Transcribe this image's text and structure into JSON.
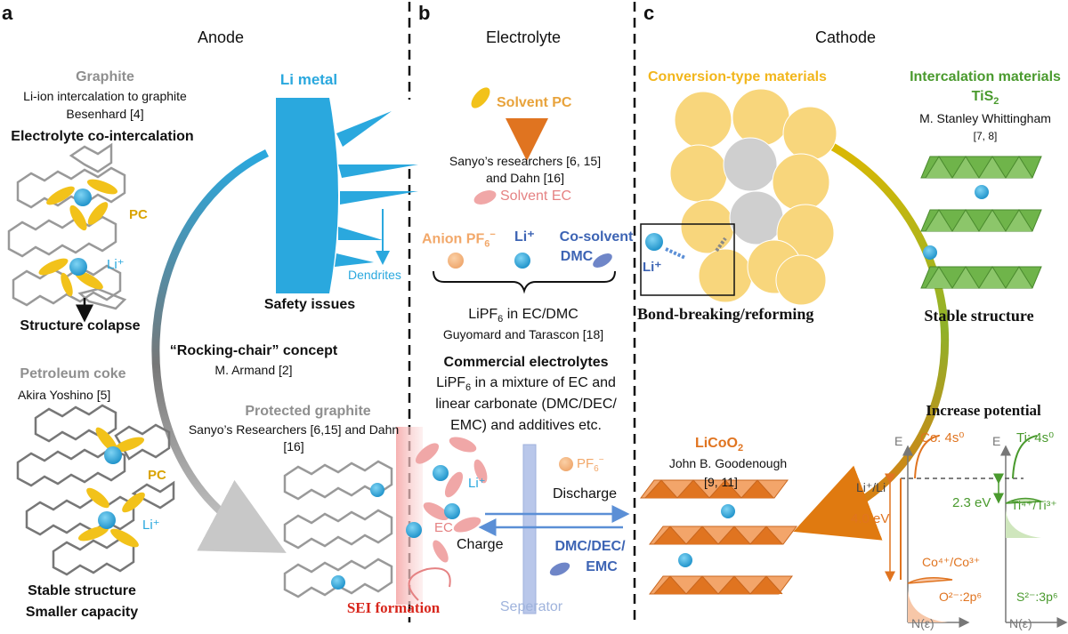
{
  "panels": {
    "a": {
      "letter": "a",
      "header": "Anode"
    },
    "b": {
      "letter": "b",
      "header": "Electrolyte"
    },
    "c": {
      "letter": "c",
      "header": "Cathode"
    }
  },
  "anode": {
    "graphite_title": "Graphite",
    "graphite_line1": "Li-ion intercalation to graphite",
    "graphite_line2": "Besenhard [4]",
    "cointercalation": "Electrolyte co-intercalation",
    "pc_label": "PC",
    "li_label": "Li⁺",
    "collapse": "Structure colapse",
    "li_metal": "Li metal",
    "dendrites": "Dendrites",
    "safety": "Safety issues",
    "rocking": "“Rocking-chair” concept",
    "armand": "M. Armand [2]",
    "petroleum": "Petroleum coke",
    "yoshino": "Akira  Yoshino [5]",
    "protected": "Protected graphite",
    "sanyo_line1": "Sanyo’s  Researchers [6,15] and Dahn",
    "sanyo_line2": "[16]",
    "stable1": "Stable structure",
    "stable2": "Smaller capacity"
  },
  "electrolyte": {
    "solvent_pc": "Solvent PC",
    "sanyo_line1": "Sanyo’s researchers [6, 15]",
    "sanyo_line2": "and Dahn [16]",
    "solvent_ec": "Solvent EC",
    "anion_prefix": "Anion PF",
    "anion_sub": "6",
    "anion_sup": "−",
    "li": "Li⁺",
    "cosolvent1": "Co-solvent",
    "cosolvent2": "DMC",
    "lipf_prefix": "LiPF",
    "lipf_sub": "6",
    "lipf_suffix": " in EC/DMC",
    "guyomard": "Guyomard and Tarascon  [18]",
    "commercial": "Commercial electrolytes",
    "mix_prefix": "LiPF",
    "mix_sub": "6",
    "mix_suffix": " in a mixture of EC and",
    "mix_line2": "linear carbonate (DMC/DEC/",
    "mix_line3": "EMC) and additives etc.",
    "pf6_prefix": "PF",
    "pf6_sub": "6",
    "pf6_sup": "−",
    "li_small": "Li⁺",
    "ec": "EC",
    "discharge": "Discharge",
    "charge": "Charge",
    "dmc1": "DMC/DEC/",
    "dmc2": "EMC",
    "sei": "SEI  formation",
    "separator": "Seperator"
  },
  "cathode": {
    "conversion": "Conversion-type materials",
    "li": "Li⁺",
    "bond": "Bond-breaking/reforming",
    "intercalation": "Intercalation materials",
    "tis2_prefix": "TiS",
    "tis2_sub": "2",
    "whittingham": "M. Stanley Whittingham",
    "whittingham_ref": "[7, 8]",
    "stable": "Stable structure",
    "licoo2_prefix": "LiCoO",
    "licoo2_sub": "2",
    "goodenough": "John B. Goodenough",
    "goodenough_ref": "[9, 11]",
    "increase": "Increase potential",
    "e_left": "E",
    "e_right": "E",
    "co_4s": "Co: 4s⁰",
    "ti_4s": "Ti: 4s⁰",
    "li_li": "Li⁺/Li",
    "ev40": "4.0 eV",
    "ev23": "2.3 eV",
    "ti43": "Ti⁴⁺/Ti³⁺",
    "co43": "Co⁴⁺/Co³⁺",
    "o2p": "O²⁻:2p⁶",
    "s3p": "S²⁻:3p⁶",
    "n_left": "N(ε)",
    "n_right": "N(ε)"
  },
  "colors": {
    "li_blue": "#2aa8de",
    "pc_gold": "#f2c21a",
    "cathode_orange": "#e07420",
    "cathode_green": "#4a9a2e",
    "separator": "#b9c7ea"
  }
}
